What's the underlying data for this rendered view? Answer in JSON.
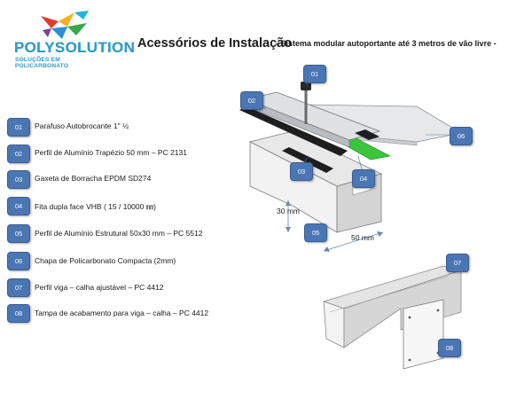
{
  "header": {
    "logo_title": "POLYSOLUTION",
    "logo_subtitle": "SOLUÇÕES EM POLICARBONATO",
    "title": "Acessórios de Instalação",
    "subtitle": "- Sistema modular autoportante até 3 metros de vão livre -"
  },
  "legend": [
    {
      "num": "01",
      "text": "Parafuso  Autobrocante  1\" ½"
    },
    {
      "num": "02",
      "text": "Perfil de Alumínio Trapézio  50 mm – PC  2131"
    },
    {
      "num": "03",
      "text": "Gaxeta de Borracha EPDM  SD274"
    },
    {
      "num": "04",
      "text": "Fita dupla face VHB ( 15 / 10000 ㎜)"
    },
    {
      "num": "05",
      "text": "Perfil de Alumínio  Estrutural 50x30 mm  – PC 5512"
    },
    {
      "num": "06",
      "text": "Chapa de Policarbonato Compacta (2mm)"
    },
    {
      "num": "07",
      "text": "Perfil viga – calha  ajustável – PC 4412"
    },
    {
      "num": "08",
      "text": "Tampa de acabamento para viga – calha – PC 4412"
    }
  ],
  "callouts": {
    "c01": "01",
    "c02": "02",
    "c03": "03",
    "c04": "04",
    "c05": "05",
    "c06": "06",
    "c07": "07",
    "c08": "08"
  },
  "dimensions": {
    "height": "30 mm",
    "width": "50 mm"
  },
  "colors": {
    "badge": "#4a76b4",
    "brand": "#2e9bc9",
    "tape": "#3cc43c"
  }
}
